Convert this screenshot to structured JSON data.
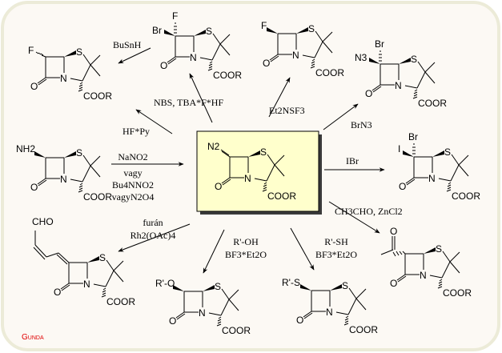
{
  "colors": {
    "panel": "#fcf9f4",
    "panel_border": "#ecebd8",
    "highlight": "#ffffcc",
    "signature": "#e00000"
  },
  "common": {
    "S": "S",
    "N": "N",
    "O": "O",
    "COOR": "COOR"
  },
  "molecules": {
    "fluoro_alpha": {
      "sub1": "F"
    },
    "bromo_fluoro": {
      "sub1": "Br",
      "sub2": "F"
    },
    "fluoro_beta": {
      "sub1": "F"
    },
    "bromo_azido": {
      "sub1": "N3",
      "sub2": "Br"
    },
    "amino": {
      "sub1": "NH2"
    },
    "diazo": {
      "sub1": "N2"
    },
    "iodo_bromo": {
      "sub1": "I",
      "sub2": "Br"
    },
    "dienal": {
      "sub1": "CHO"
    },
    "alkoxy": {
      "sub1": "R'-O"
    },
    "thio": {
      "sub1": "R'-S"
    },
    "acetyl": {
      "sub1": "O"
    }
  },
  "reagents": {
    "busnh": "BuSnH",
    "nbs": "NBS, TBA*F*HF",
    "hfpy": "HF*Py",
    "dast": "Et2NSF3",
    "brn3": "BrN3",
    "ibr": "IBr",
    "nano2": [
      "NaNO2",
      "vagy",
      "Bu4NNO2",
      "vagyN2O4"
    ],
    "furan": [
      "furán",
      "Rh2(OAc)4"
    ],
    "roh": [
      "R'-OH",
      "BF3*Et2O"
    ],
    "rsh": [
      "R'-SH",
      "BF3*Et2O"
    ],
    "ch3cho": "CH3CHO, ZnCl2"
  },
  "signature": "Gunda"
}
